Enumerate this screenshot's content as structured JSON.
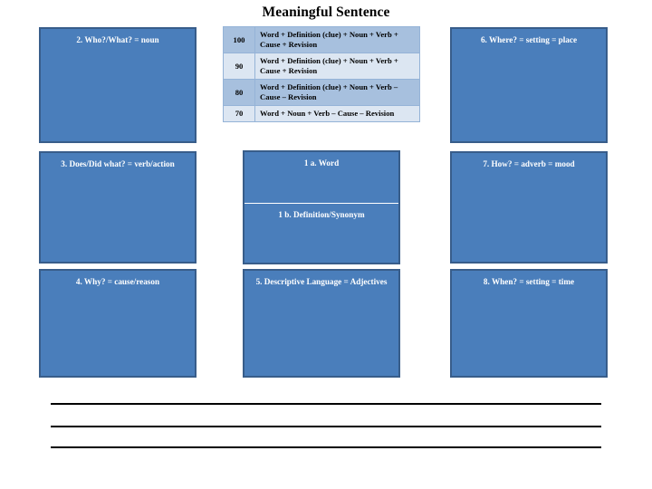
{
  "slide": {
    "title": "Meaningful Sentence",
    "background_color": "#ffffff",
    "box_fill_color": "#4a7ebb",
    "box_border_color": "#385d8a",
    "box_text_color": "#ffffff",
    "table_row_dark_color": "#a7c0de",
    "table_row_light_color": "#dce6f2",
    "table_border_color": "#95b3d7",
    "line_color": "#000000"
  },
  "boxes": [
    {
      "id": "box-2",
      "label": "2. Who?/What? = noun"
    },
    {
      "id": "box-6",
      "label": "6. Where? = setting = place"
    },
    {
      "id": "box-3",
      "label": "3. Does/Did what? = verb/action"
    },
    {
      "id": "box-7",
      "label": "7. How? = adverb = mood"
    },
    {
      "id": "box-4",
      "label": "4. Why? = cause/reason"
    },
    {
      "id": "box-5",
      "label": "5. Descriptive Language = Adjectives"
    },
    {
      "id": "box-8",
      "label": "8. When? = setting = time"
    }
  ],
  "center_box": {
    "top_label": "1 a. Word",
    "bottom_label": "1 b. Definition/Synonym"
  },
  "rubric": {
    "rows": [
      {
        "score": "100",
        "criteria": "Word + Definition (clue) + Noun + Verb + Cause + Revision",
        "shade": "dark"
      },
      {
        "score": "90",
        "criteria": "Word + Definition (clue) + Noun + Verb + Cause + Revision",
        "shade": "light"
      },
      {
        "score": "80",
        "criteria": "Word + Definition (clue) + Noun + Verb – Cause – Revision",
        "shade": "dark"
      },
      {
        "score": "70",
        "criteria": "Word + Noun + Verb – Cause – Revision",
        "shade": "light"
      }
    ]
  },
  "writing_lines": [
    {
      "id": "writing-line-1"
    },
    {
      "id": "writing-line-2"
    },
    {
      "id": "writing-line-3"
    }
  ]
}
